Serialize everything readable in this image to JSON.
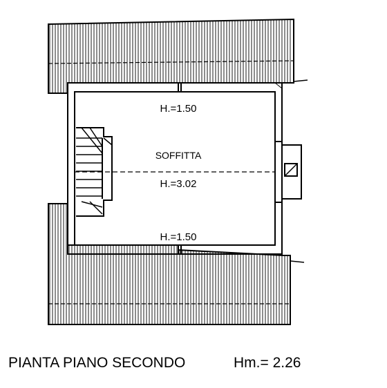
{
  "room": {
    "name": "SOFFITTA",
    "height_top": "H.=1.50",
    "height_center": "H.=3.02",
    "height_bottom": "H.=1.50"
  },
  "caption": {
    "title": "PIANTA PIANO SECONDO",
    "mean_height": "Hm.= 2.26"
  },
  "colors": {
    "line": "#000000",
    "background": "#ffffff"
  }
}
